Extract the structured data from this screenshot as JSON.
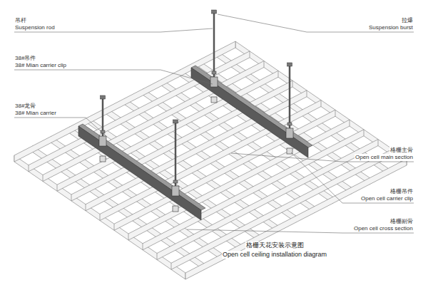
{
  "diagram": {
    "caption": "格栅天花安装示意图",
    "labels": [
      "吊杆",
      "Suspension rod",
      "38#吊件",
      "38# Mian carrier clip",
      "38#龙骨",
      "38# Mian carrier",
      "拉爆",
      "Suspension burst",
      "格栅主骨",
      "Open cell main section",
      "格栅吊件",
      "Open cell carrier clip",
      "格栅副骨",
      "Open cell cross section",
      "Open cell ceiling installation diagram"
    ]
  }
}
